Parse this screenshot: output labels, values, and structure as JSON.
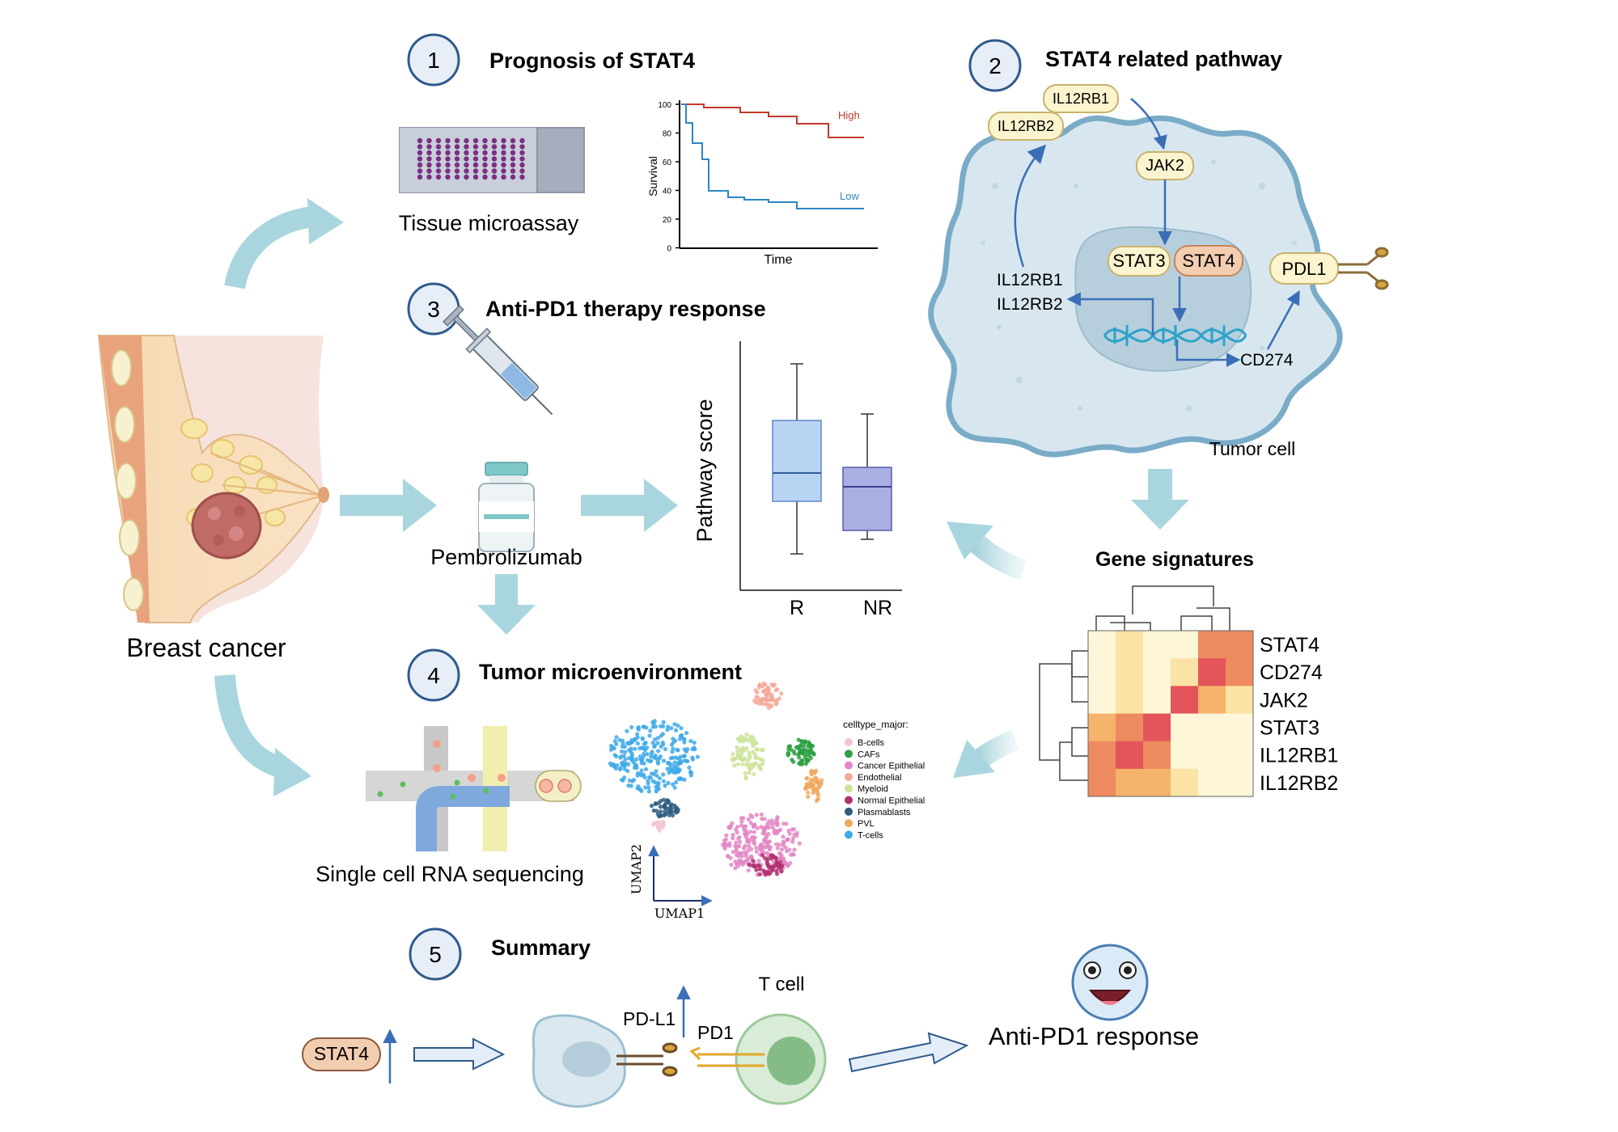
{
  "sections": [
    {
      "number": "1",
      "title": "Prognosis of STAT4"
    },
    {
      "number": "2",
      "title": "STAT4 related pathway"
    },
    {
      "number": "3",
      "title": "Anti-PD1 therapy response"
    },
    {
      "number": "4",
      "title": "Tumor microenvironment"
    },
    {
      "number": "5",
      "title": "Summary"
    }
  ],
  "breast": {
    "label": "Breast cancer"
  },
  "tma": {
    "label": "Tissue microassay"
  },
  "survival": {
    "ylabel": "Survival",
    "xlabel": "Time",
    "yticks": [
      "100",
      "80",
      "60",
      "40",
      "20",
      "0"
    ],
    "high_label": "High",
    "low_label": "Low",
    "high_color": "#c0392b",
    "low_color": "#2e86c1"
  },
  "therapy": {
    "drug_label": "Pembrolizumab"
  },
  "pathway": {
    "il12rb1": "IL12RB1",
    "il12rb2": "IL12RB2",
    "jak2": "JAK2",
    "stat3": "STAT3",
    "stat4": "STAT4",
    "pdl1": "PDL1",
    "genes_line1": "IL12RB1",
    "genes_line2": "IL12RB2",
    "cd274": "CD274",
    "cell_label": "Tumor cell"
  },
  "boxplot": {
    "ylabel": "Pathway score",
    "groups": [
      "R",
      "NR"
    ],
    "colors": [
      "#b9d4f3",
      "#a9aee3"
    ]
  },
  "heatmap": {
    "title": "Gene signatures",
    "rows": [
      "STAT4",
      "CD274",
      "JAK2",
      "STAT3",
      "IL12RB1",
      "IL12RB2"
    ]
  },
  "scrna": {
    "label": "Single cell RNA sequencing"
  },
  "umap": {
    "legend_title": "celltype_major:",
    "xlabel": "UMAP1",
    "ylabel": "UMAP2",
    "celltypes": [
      {
        "name": "B-cells",
        "color": "#f2c4d4"
      },
      {
        "name": "CAFs",
        "color": "#2ea043"
      },
      {
        "name": "Cancer Epithelial",
        "color": "#e387c4"
      },
      {
        "name": "Endothelial",
        "color": "#f4a99a"
      },
      {
        "name": "Myeloid",
        "color": "#cde39a"
      },
      {
        "name": "Normal Epithelial",
        "color": "#b03070"
      },
      {
        "name": "Plasmablasts",
        "color": "#2f5c7e"
      },
      {
        "name": "PVL",
        "color": "#f0a860"
      },
      {
        "name": "T-cells",
        "color": "#3fa9e8"
      }
    ]
  },
  "summary": {
    "stat4": "STAT4",
    "pdl1": "PD-L1",
    "pd1": "PD1",
    "tcell": "T cell",
    "response": "Anti-PD1 response"
  }
}
